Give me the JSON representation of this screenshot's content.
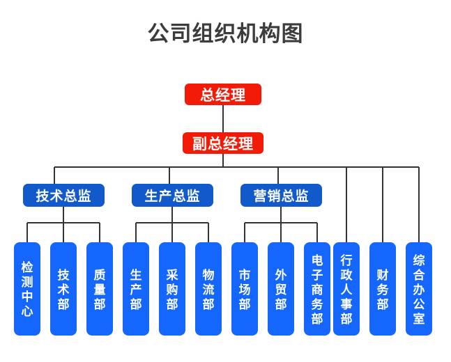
{
  "chart_data": {
    "type": "diagram",
    "title": "公司组织机构图",
    "diagram_kind": "organization-chart",
    "colors": {
      "title_text": "#3c3c3c",
      "executive_box": "#f21b08",
      "director_box": "#1259cc",
      "department_box": "#1566fc",
      "connector_line": "#333333",
      "box_text": "#ffffff",
      "background": "#ffffff"
    },
    "levels": [
      {
        "level": 1,
        "nodes": [
          "总经理"
        ]
      },
      {
        "level": 2,
        "nodes": [
          "副总经理"
        ]
      },
      {
        "level": 3,
        "nodes": [
          "技术总监",
          "生产总监",
          "营销总监"
        ]
      },
      {
        "level": 4,
        "nodes": [
          "检测中心",
          "技术部",
          "质量部",
          "生产部",
          "采购部",
          "物流部",
          "市场部",
          "外贸部",
          "电子商务部",
          "行政人事部",
          "财务部",
          "综合办公室"
        ]
      }
    ],
    "edges": [
      {
        "from": "总经理",
        "to": "副总经理"
      },
      {
        "from": "副总经理",
        "to": "技术总监"
      },
      {
        "from": "副总经理",
        "to": "生产总监"
      },
      {
        "from": "副总经理",
        "to": "营销总监"
      },
      {
        "from": "副总经理",
        "to": "行政人事部"
      },
      {
        "from": "副总经理",
        "to": "财务部"
      },
      {
        "from": "副总经理",
        "to": "综合办公室"
      },
      {
        "from": "技术总监",
        "to": "检测中心"
      },
      {
        "from": "技术总监",
        "to": "技术部"
      },
      {
        "from": "技术总监",
        "to": "质量部"
      },
      {
        "from": "生产总监",
        "to": "生产部"
      },
      {
        "from": "生产总监",
        "to": "采购部"
      },
      {
        "from": "生产总监",
        "to": "物流部"
      },
      {
        "from": "营销总监",
        "to": "市场部"
      },
      {
        "from": "营销总监",
        "to": "外贸部"
      },
      {
        "from": "营销总监",
        "to": "电子商务部"
      }
    ]
  },
  "title": "公司组织机构图",
  "executives": [
    {
      "id": "general-manager",
      "label": "总经理"
    },
    {
      "id": "deputy-general-manager",
      "label": "副总经理"
    }
  ],
  "directors": [
    {
      "id": "technical-director",
      "label": "技术总监"
    },
    {
      "id": "production-director",
      "label": "生产总监"
    },
    {
      "id": "marketing-director",
      "label": "营销总监"
    }
  ],
  "departments": [
    {
      "id": "testing-center",
      "label": "检测中心"
    },
    {
      "id": "technology-department",
      "label": "技术部"
    },
    {
      "id": "quality-department",
      "label": "质量部"
    },
    {
      "id": "production-department",
      "label": "生产部"
    },
    {
      "id": "purchasing-department",
      "label": "采购部"
    },
    {
      "id": "logistics-department",
      "label": "物流部"
    },
    {
      "id": "market-department",
      "label": "市场部"
    },
    {
      "id": "foreign-trade-department",
      "label": "外贸部"
    },
    {
      "id": "ecommerce-department",
      "label": "电子商务部"
    },
    {
      "id": "admin-hr-department",
      "label": "行政人事部"
    },
    {
      "id": "finance-department",
      "label": "财务部"
    },
    {
      "id": "general-office",
      "label": "综合办公室"
    }
  ]
}
